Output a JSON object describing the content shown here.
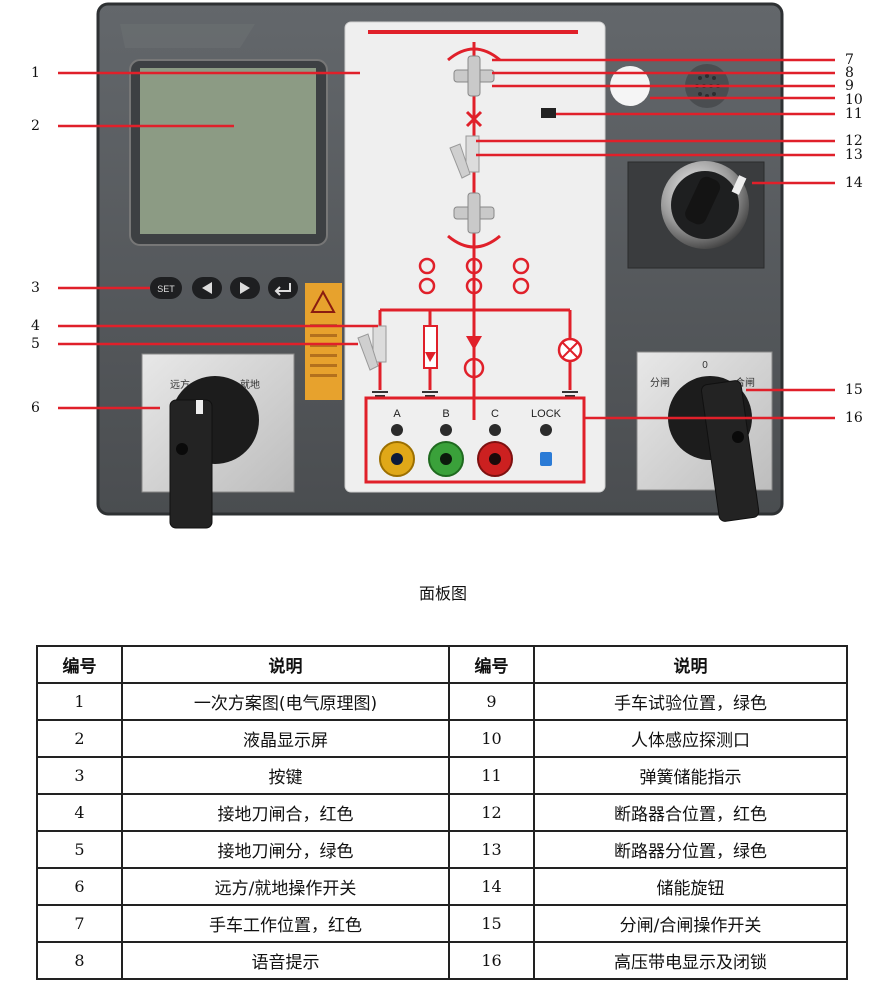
{
  "panel": {
    "keys": {
      "set_label": "SET"
    },
    "mimic_labels": {
      "a": "A",
      "b": "B",
      "c": "C",
      "lock": "LOCK"
    },
    "remote_local_switch": {
      "left_label": "远方",
      "right_label": "就地"
    },
    "open_close_switch": {
      "zero_label": "0",
      "left_label": "分闸",
      "right_label": "合闸"
    },
    "callouts": [
      "1",
      "2",
      "3",
      "4",
      "5",
      "6",
      "7",
      "8",
      "9",
      "10",
      "11",
      "12",
      "13",
      "14",
      "15",
      "16"
    ]
  },
  "caption": "面板图",
  "legend": {
    "headers": [
      "编号",
      "说明",
      "编号",
      "说明"
    ],
    "rows": [
      {
        "n1": "1",
        "d1": "一次方案图(电气原理图)",
        "n2": "9",
        "d2": "手车试验位置，绿色"
      },
      {
        "n1": "2",
        "d1": "液晶显示屏",
        "n2": "10",
        "d2": "人体感应探测口"
      },
      {
        "n1": "3",
        "d1": "按键",
        "n2": "11",
        "d2": "弹簧储能指示"
      },
      {
        "n1": "4",
        "d1": "接地刀闸合，红色",
        "n2": "12",
        "d2": "断路器合位置，红色"
      },
      {
        "n1": "5",
        "d1": "接地刀闸分，绿色",
        "n2": "13",
        "d2": "断路器分位置，绿色"
      },
      {
        "n1": "6",
        "d1": "远方/就地操作开关",
        "n2": "14",
        "d2": "储能旋钮"
      },
      {
        "n1": "7",
        "d1": "手车工作位置，红色",
        "n2": "15",
        "d2": "分闸/合闸操作开关"
      },
      {
        "n1": "8",
        "d1": "语音提示",
        "n2": "16",
        "d2": "高压带电显示及闭锁"
      }
    ]
  },
  "colors": {
    "accent_red": "#e0202a",
    "panel_gray": "#54575a",
    "lcd_green": "#8c9b84"
  }
}
